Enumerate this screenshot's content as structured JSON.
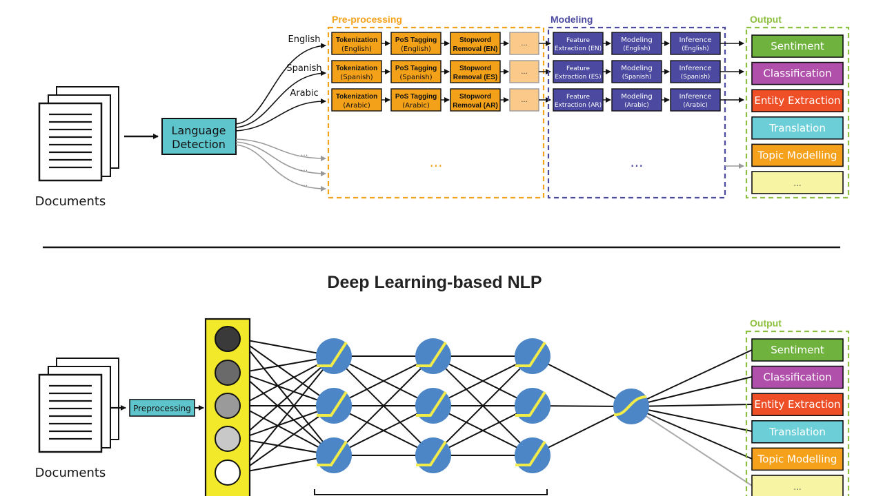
{
  "top": {
    "documents_label": "Documents",
    "language_detection": [
      "Language",
      "Detection"
    ],
    "languages": [
      "English",
      "Spanish",
      "Arabic"
    ],
    "more_branches": [
      "...",
      "...",
      "..."
    ],
    "preprocessing": {
      "title": "Pre-processing",
      "rows": [
        [
          [
            "Tokenization",
            "(English)"
          ],
          [
            "PoS Tagging",
            "(English)"
          ],
          [
            "Stopword",
            "Removal (EN)"
          ],
          [
            "..."
          ]
        ],
        [
          [
            "Tokenization",
            "(Spanish)"
          ],
          [
            "PoS Tagging",
            "(Spanish)"
          ],
          [
            "Stopword",
            "Removal (ES)"
          ],
          [
            "..."
          ]
        ],
        [
          [
            "Tokenization",
            "(Arabic)"
          ],
          [
            "PoS Tagging",
            "(Arabic)"
          ],
          [
            "Stopword",
            "Removal (AR)"
          ],
          [
            "..."
          ]
        ]
      ],
      "ellipsis": "..."
    },
    "modeling": {
      "title": "Modeling",
      "rows": [
        [
          [
            "Feature",
            "Extraction (EN)"
          ],
          [
            "Modeling",
            "(English)"
          ],
          [
            "Inference",
            "(English)"
          ]
        ],
        [
          [
            "Feature",
            "Extraction (ES)"
          ],
          [
            "Modeling",
            "(Spanish)"
          ],
          [
            "Inference",
            "(Spanish)"
          ]
        ],
        [
          [
            "Feature",
            "Extraction (AR)"
          ],
          [
            "Modeling",
            "(Arabic)"
          ],
          [
            "Inference",
            "(Arabic)"
          ]
        ]
      ],
      "ellipsis": "..."
    },
    "output": {
      "title": "Output",
      "items": [
        "Sentiment",
        "Classification",
        "Entity Extraction",
        "Translation",
        "Topic Modelling",
        "..."
      ]
    }
  },
  "section_title": "Deep Learning-based NLP",
  "bottom": {
    "documents_label": "Documents",
    "preprocessing_label": "Preprocessing",
    "output": {
      "title": "Output",
      "items": [
        "Sentiment",
        "Classification",
        "Entity Extraction",
        "Translation",
        "Topic Modelling",
        "..."
      ]
    }
  },
  "colors": {
    "preprocessing": "#f4a11a",
    "preprocessing_faded": "#fbc98a",
    "modeling": "#4b4aa0",
    "language_detection": "#5ec5cd",
    "output_border": "#8dbf3f",
    "sentiment": "#6fb23e",
    "classification": "#b150ab",
    "entity_extraction": "#ee4f26",
    "translation": "#6ccfd7",
    "topic_modelling": "#f6a11c",
    "other": "#f7f4a4",
    "layer_highlight": "#f2e92a",
    "neuron": "#4c86c6",
    "activation": "#f1ec49"
  },
  "input_neuron_shades": [
    "#3a3a3a",
    "#6a6a6a",
    "#9a9a9a",
    "#c8c8c8",
    "#ffffff"
  ]
}
